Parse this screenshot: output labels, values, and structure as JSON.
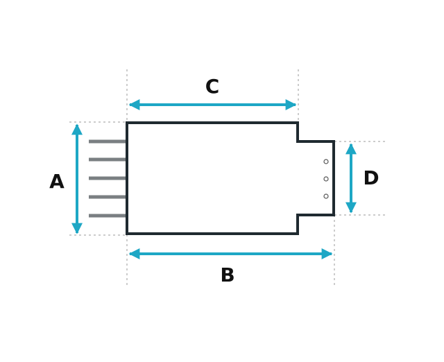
{
  "labels": {
    "a": "A",
    "b": "B",
    "c": "C",
    "d": "D"
  },
  "colors": {
    "outline": "#1f2a30",
    "arrow": "#1ea7c5",
    "pins": "#7a7f82",
    "guides": "#9a9a9a",
    "text": "#111111"
  }
}
